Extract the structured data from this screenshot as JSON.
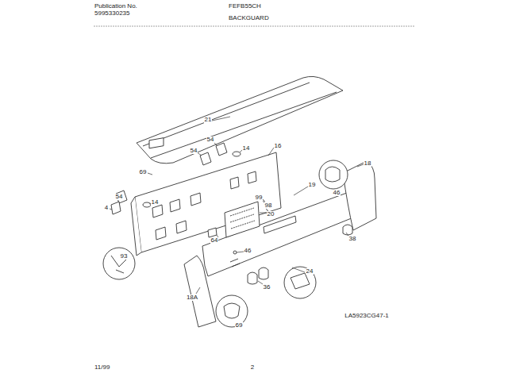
{
  "diagram": {
    "title": "BACKGUARD",
    "labels": [
      "Publication No.",
      "5995330235",
      "FEFB55CH",
      "21",
      "54",
      "54",
      "14",
      "16",
      "69",
      "46",
      "18",
      "54",
      "14",
      "4",
      "19",
      "99",
      "98",
      "20",
      "93",
      "64",
      "38",
      "46",
      "24",
      "36",
      "18A",
      "69",
      "LA5923CG47-1",
      "11/99",
      "2"
    ]
  }
}
